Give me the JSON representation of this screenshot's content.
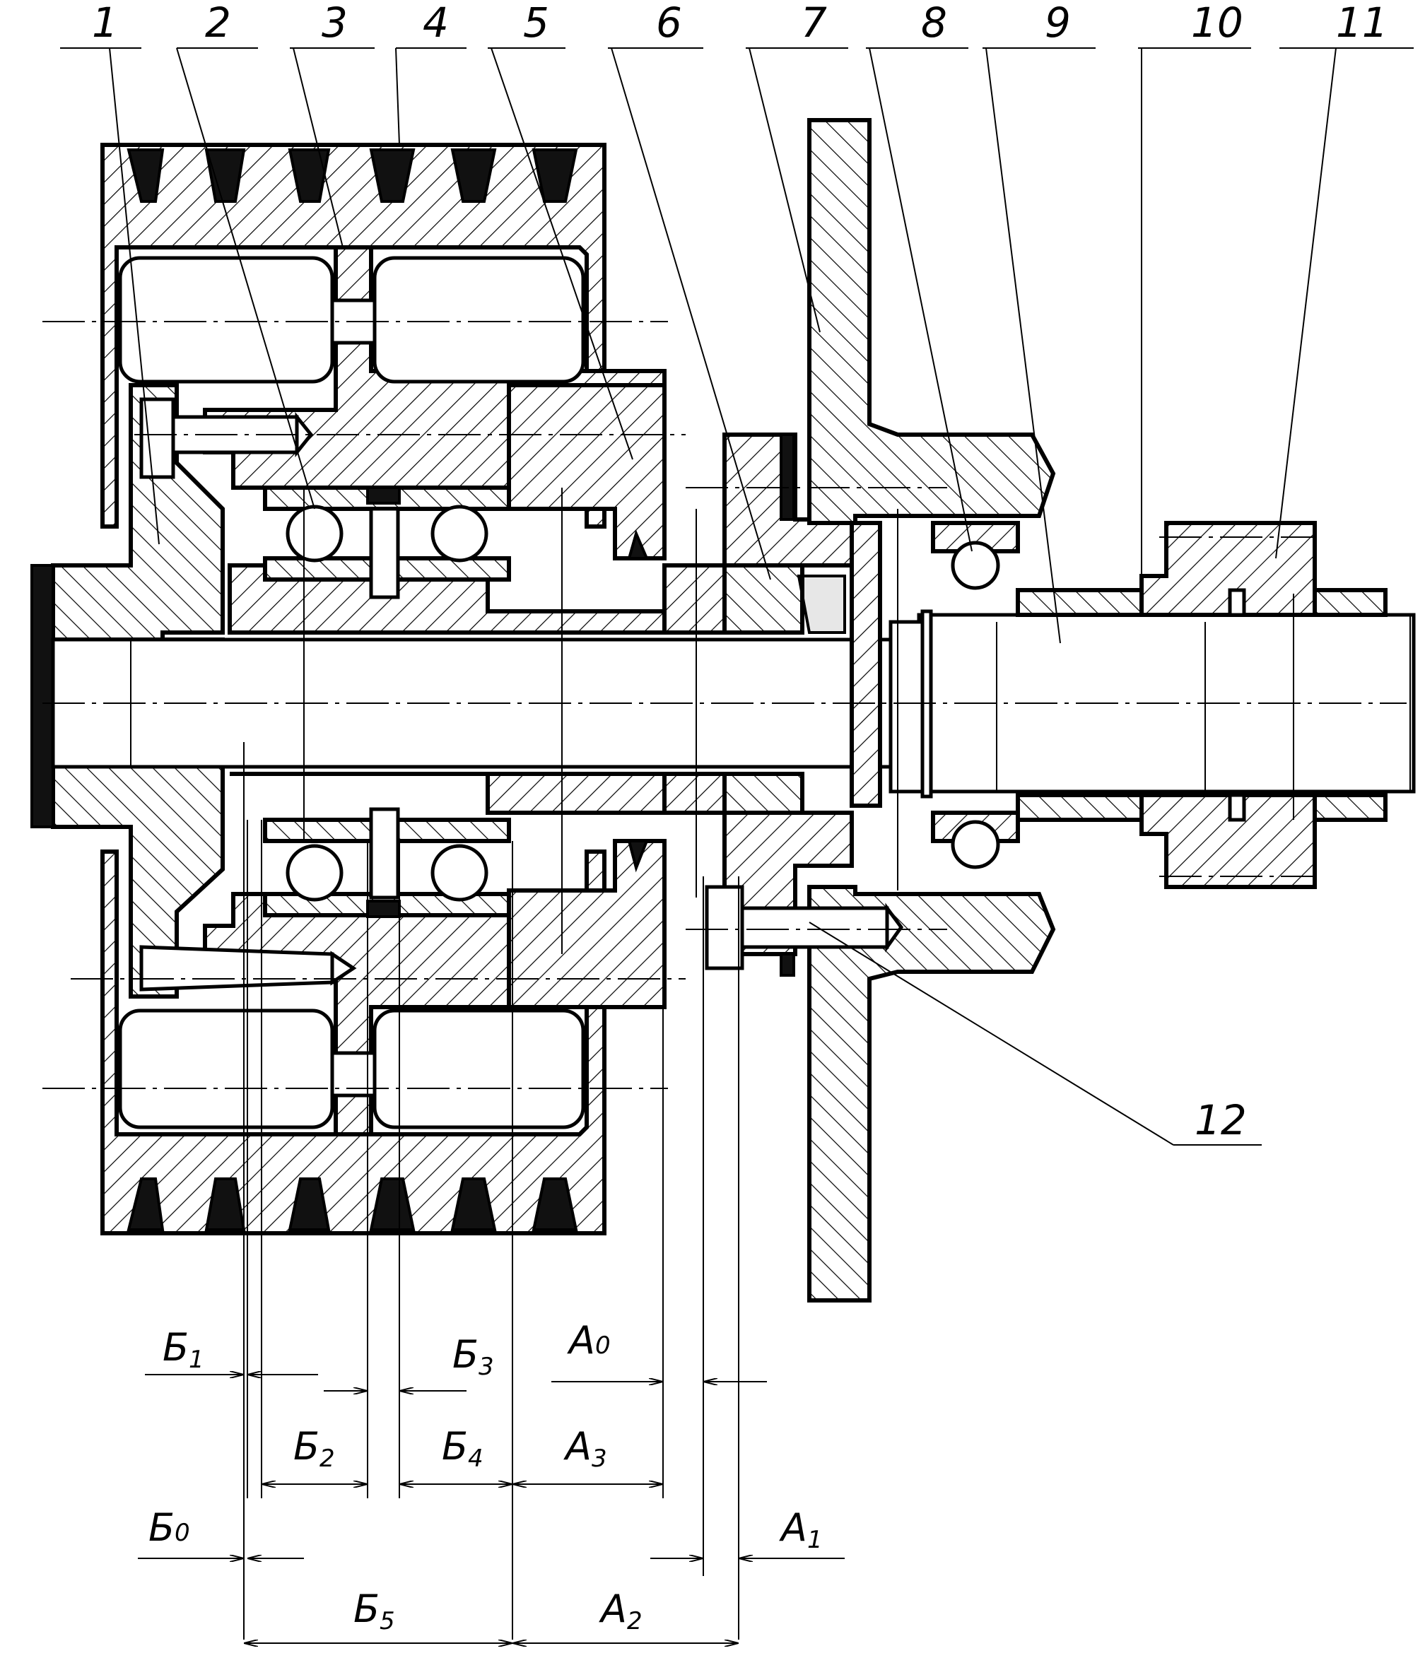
{
  "part_labels": [
    "1",
    "2",
    "3",
    "4",
    "5",
    "6",
    "7",
    "8",
    "9",
    "10",
    "11",
    "12"
  ],
  "dimension_labels": {
    "B1": {
      "letter": "Б",
      "index": "1"
    },
    "B2": {
      "letter": "Б",
      "index": "2"
    },
    "B3": {
      "letter": "Б",
      "index": "3"
    },
    "B4": {
      "letter": "Б",
      "index": "4"
    },
    "B0": {
      "letter": "Б",
      "index": "0"
    },
    "B5": {
      "letter": "Б",
      "index": "5"
    },
    "A0": {
      "letter": "А",
      "index": "0"
    },
    "A3": {
      "letter": "А",
      "index": "3"
    },
    "A1": {
      "letter": "А",
      "index": "1"
    },
    "A2": {
      "letter": "А",
      "index": "2"
    }
  },
  "colors": {
    "line": "#000000",
    "background": "#ffffff",
    "seal": "#111111"
  }
}
